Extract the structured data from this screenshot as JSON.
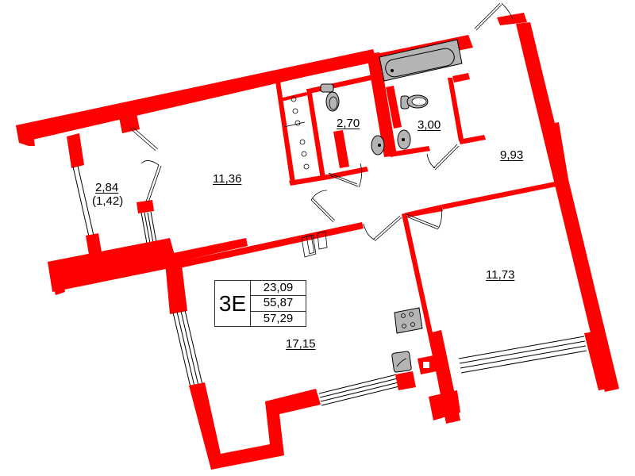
{
  "plan": {
    "apartment_code": "3E",
    "summary_areas": [
      "23,09",
      "55,87",
      "57,29"
    ],
    "wall_color": "#ff0000",
    "fixture_color": "#b4b4b4",
    "rooms": [
      {
        "id": "balcony",
        "area": "2,84",
        "sub_area": "(1,42)"
      },
      {
        "id": "room-top-left",
        "area": "11,36"
      },
      {
        "id": "bathroom-1",
        "area": "2,70"
      },
      {
        "id": "bathroom-2",
        "area": "3,00"
      },
      {
        "id": "hall-top-right",
        "area": "9,93"
      },
      {
        "id": "room-bottom-right",
        "area": "11,73"
      },
      {
        "id": "kitchen-living",
        "area": "17,15"
      }
    ]
  }
}
